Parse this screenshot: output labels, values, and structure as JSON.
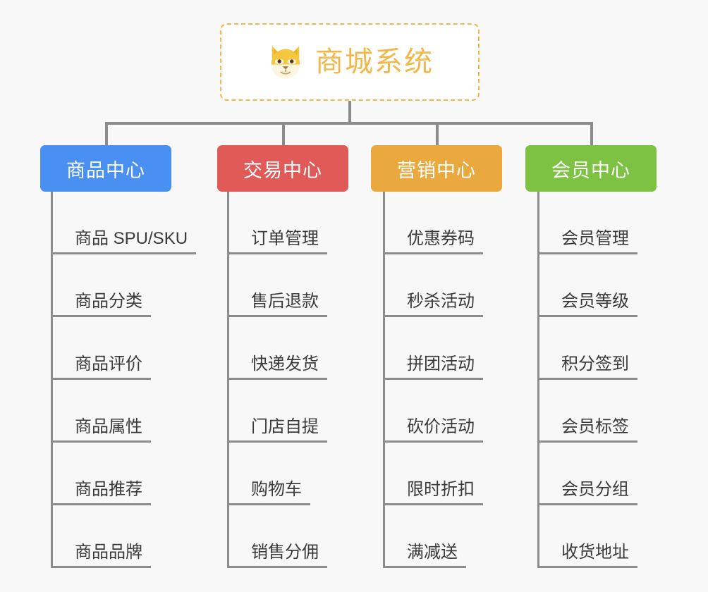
{
  "page": {
    "background_color": "#f8f8f8",
    "type": "mindmap",
    "line_color": "#8c8c8c"
  },
  "root": {
    "title": "商城系统",
    "icon": "shiba-dog-face-emoji",
    "border_color": "#f0b74a",
    "text_color": "#f0b74a",
    "background_color": "#ffffff"
  },
  "branches": [
    {
      "label": "商品中心",
      "color": "#4a90f2",
      "items": [
        "商品 SPU/SKU",
        "商品分类",
        "商品评价",
        "商品属性",
        "商品推荐",
        "商品品牌"
      ]
    },
    {
      "label": "交易中心",
      "color": "#e05a58",
      "items": [
        "订单管理",
        "售后退款",
        "快递发货",
        "门店自提",
        "购物车",
        "销售分佣"
      ]
    },
    {
      "label": "营销中心",
      "color": "#eaa93f",
      "items": [
        "优惠券码",
        "秒杀活动",
        "拼团活动",
        "砍价活动",
        "限时折扣",
        "满减送"
      ]
    },
    {
      "label": "会员中心",
      "color": "#7dc242",
      "items": [
        "会员管理",
        "会员等级",
        "积分签到",
        "会员标签",
        "会员分组",
        "收货地址"
      ]
    }
  ]
}
